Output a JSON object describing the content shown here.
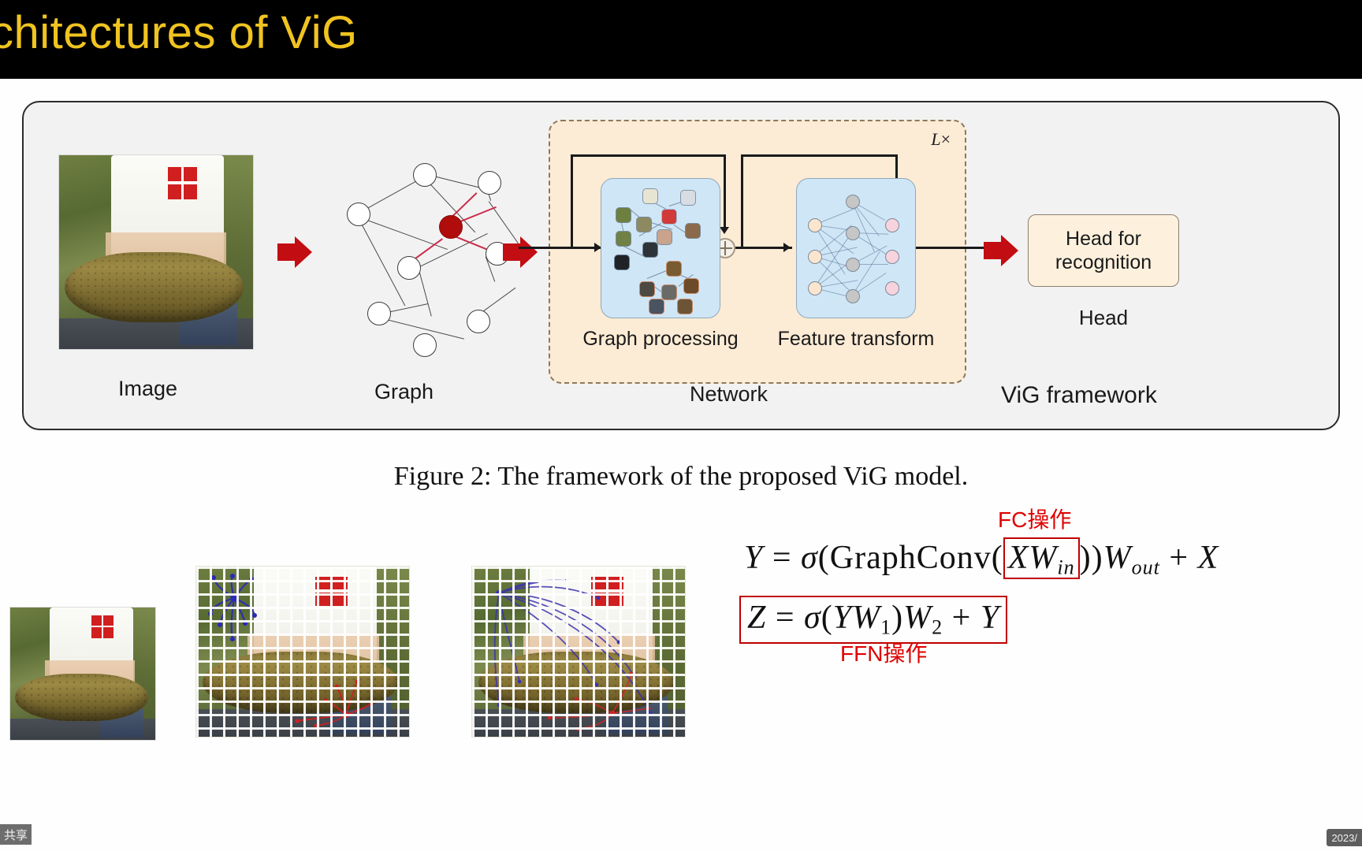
{
  "slide": {
    "title": "chitectures of ViG",
    "title_color": "#f0c420",
    "title_bg": "#000000"
  },
  "figure": {
    "panel_bg": "#f2f2f2",
    "stages": [
      {
        "label": "Image",
        "name": "image-stage"
      },
      {
        "label": "Graph",
        "name": "graph-stage"
      },
      {
        "label": "Network",
        "name": "network-stage"
      },
      {
        "label": "ViG framework",
        "name": "vig-framework-label"
      }
    ],
    "network": {
      "repeat_label_symbol": "L",
      "repeat_label_times": "×",
      "graph_processing_label": "Graph processing",
      "feature_transform_label": "Feature transform",
      "residual_symbol": "⊕",
      "panel_bg": "#fcebd5",
      "inner_box_bg": "#cfe6f7"
    },
    "head": {
      "box_line1": "Head for",
      "box_line2": "recognition",
      "caption": "Head",
      "box_bg": "#fdf1de"
    },
    "arrow_color": "#c20d12",
    "highlight_node_color": "#b00c0c"
  },
  "caption": "Figure 2: The framework of the proposed ViG model.",
  "equations": {
    "fc_annotation": "FC操作",
    "ffn_annotation": "FFN操作",
    "annotation_color": "#e00000",
    "eq1": {
      "lhs": "Y",
      "eq": "=",
      "sigma": "σ",
      "op": "GraphConv",
      "boxed": "XW",
      "boxed_sub": "in",
      "w_out": "W",
      "w_out_sub": "out",
      "plus": "+",
      "tail": "X"
    },
    "eq2": {
      "lhs": "Z",
      "eq": "=",
      "sigma": "σ",
      "y": "Y",
      "w1": "W",
      "w1_sub": "1",
      "w2": "W",
      "w2_sub": "2",
      "plus": "+",
      "tail": "Y"
    }
  },
  "bottom_row": {
    "thumbnail_alt": "fish-photo",
    "patch_grid_1_alt": "patch-graph-visualization-1",
    "patch_grid_2_alt": "patch-graph-visualization-2"
  },
  "overlay": {
    "share_badge": "共享",
    "date_badge": "2023/"
  }
}
